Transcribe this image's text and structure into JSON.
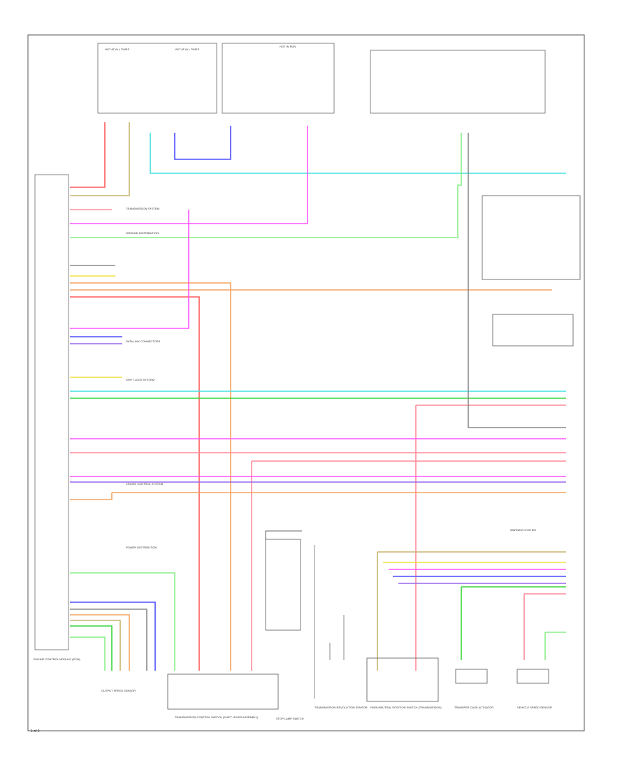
{
  "diagram": {
    "footer_code": "1 of 2",
    "colors": {
      "red": "#ff5a5a",
      "pink": "#ff8a9a",
      "magenta": "#ff55ff",
      "orange": "#f4a460",
      "tan": "#c8b46e",
      "yellow": "#f0e040",
      "green": "#38d638",
      "ltgreen": "#88ee88",
      "cyan": "#44e0e0",
      "blue": "#4d4dff",
      "violet": "#9966ee",
      "brown": "#a0522d",
      "gray": "#8a8a8a",
      "black": "#333333"
    },
    "fuses": [
      {
        "label": "HOT AT ALL TIMES"
      },
      {
        "label": "HOT AT ALL TIMES"
      },
      {
        "label": "HOT IN RUN"
      }
    ],
    "components": [
      {
        "label": "ENGINE CONTROL MODULE (ECM)"
      },
      {
        "label": "PARK/NEUTRAL POSITION SWITCH (TRANSMISSION)"
      },
      {
        "label": "TRANSMISSION CONTROL SWITCH (SHIFT LEVER ASSEMBLY)"
      },
      {
        "label": "STOP LAMP SWITCH"
      },
      {
        "label": "TRANSFER CASE ACTUATOR"
      },
      {
        "label": "VEHICLE SPEED SENSOR"
      },
      {
        "label": "TRANSMISSION REVOLUTION SENSOR"
      },
      {
        "label": "OUTPUT SPEED SENSOR"
      }
    ],
    "notes": [
      {
        "label": "TRANSMISSION SYSTEM"
      },
      {
        "label": "GROUND DISTRIBUTION"
      },
      {
        "label": "DATA LINK CONNECTORS"
      },
      {
        "label": "SHIFT LOCK SYSTEM"
      },
      {
        "label": "CRUISE CONTROL SYSTEM"
      },
      {
        "label": "POWER DISTRIBUTION"
      },
      {
        "label": "WARNING SYSTEM"
      }
    ],
    "wire_codes": [
      "RED",
      "PNK",
      "ORN",
      "TAN",
      "YEL",
      "GRN",
      "LT GRN",
      "LT BLU",
      "BLU",
      "VIO",
      "BRN",
      "GRY",
      "BLK"
    ]
  }
}
